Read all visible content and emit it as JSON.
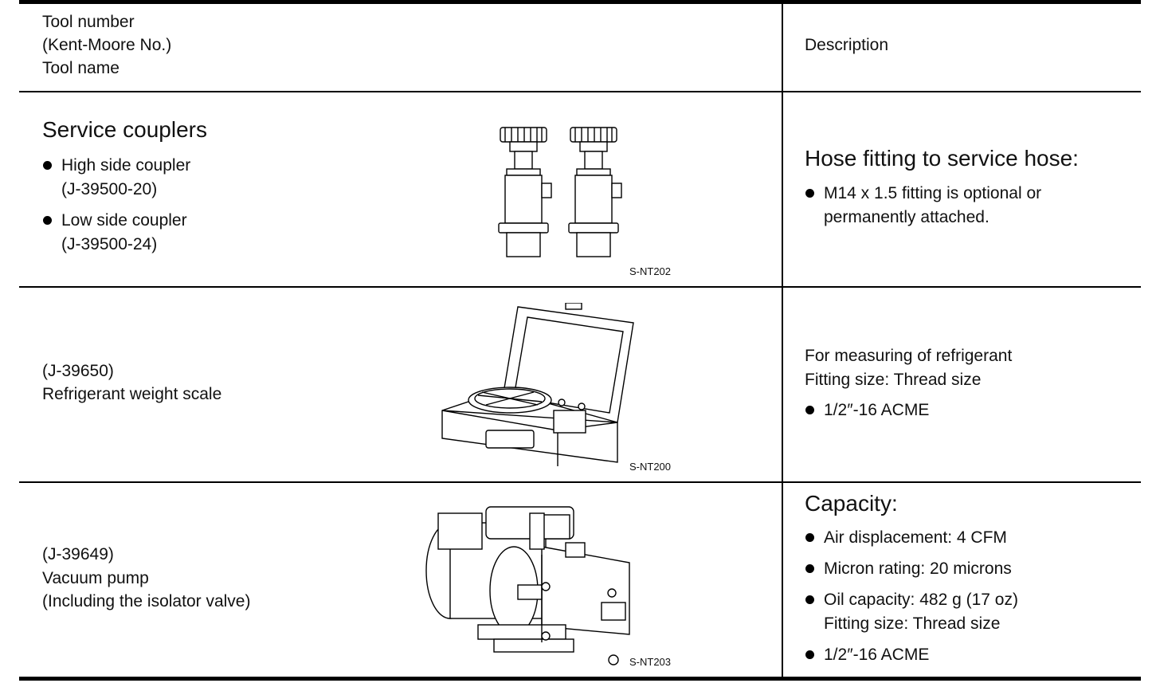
{
  "header": {
    "tool_line1": "Tool number",
    "tool_line2": "(Kent-Moore No.)",
    "tool_line3": "Tool name",
    "description": "Description"
  },
  "rows": [
    {
      "title": "Service couplers",
      "items": [
        {
          "name": "High side coupler",
          "part": "(J-39500-20)"
        },
        {
          "name": "Low side coupler",
          "part": "(J-39500-24)"
        }
      ],
      "image_code": "S-NT202",
      "desc_title": "Hose fitting to service hose:",
      "desc_bullet_l1": "M14 x 1.5 fitting is optional or",
      "desc_bullet_l2": "permanently attached."
    },
    {
      "part": "(J-39650)",
      "name": "Refrigerant weight scale",
      "image_code": "S-NT200",
      "desc_line1": "For measuring of refrigerant",
      "desc_line2": "Fitting size: Thread size",
      "desc_bullet": "1/2″-16 ACME"
    },
    {
      "part": "(J-39649)",
      "name": "Vacuum pump",
      "note": "(Including the isolator valve)",
      "image_code": "S-NT203",
      "desc_title": "Capacity:",
      "bullets": [
        "Air displacement: 4 CFM",
        "Micron rating: 20 microns",
        "Oil capacity: 482 g (17 oz)"
      ],
      "fitting_line": "Fitting size: Thread size",
      "last_bullet": "1/2″-16 ACME"
    }
  ],
  "icons": [
    "coupler-pair-illustration",
    "weight-scale-illustration",
    "vacuum-pump-illustration"
  ]
}
